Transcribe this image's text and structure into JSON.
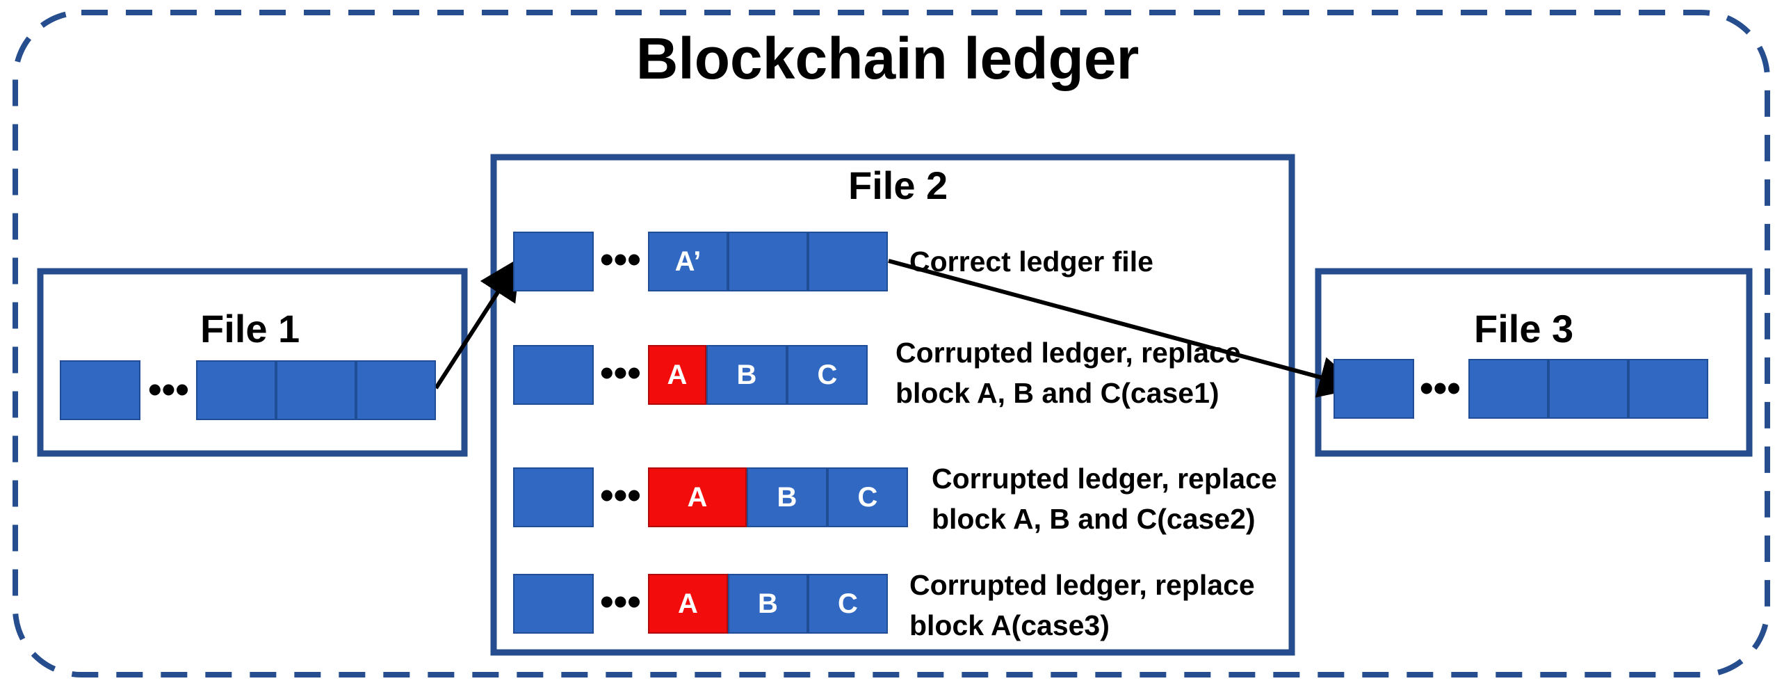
{
  "title": "Blockchain ledger",
  "file1": {
    "title": "File 1",
    "ellipsis": "•••"
  },
  "file2": {
    "title": "File 2",
    "rows": [
      {
        "label_line1": "Correct ledger file",
        "label_line2": "",
        "blocks": [
          "A’",
          "",
          ""
        ]
      },
      {
        "label_line1": "Corrupted ledger, replace",
        "label_line2": "block A, B and C(case1)",
        "blocks": [
          "A",
          "B",
          "C"
        ]
      },
      {
        "label_line1": "Corrupted ledger, replace",
        "label_line2": "block A, B and C(case2)",
        "blocks": [
          "A",
          "B",
          "C"
        ]
      },
      {
        "label_line1": "Corrupted ledger, replace",
        "label_line2": "block A(case3)",
        "blocks": [
          "A",
          "B",
          "C"
        ]
      }
    ],
    "ellipsis": "•••"
  },
  "file3": {
    "title": "File 3",
    "ellipsis": "•••"
  },
  "colors": {
    "frame": "#264D8E",
    "block": "#3068C2",
    "corrupted_block": "#F20C0C",
    "arrow": "#000000"
  }
}
